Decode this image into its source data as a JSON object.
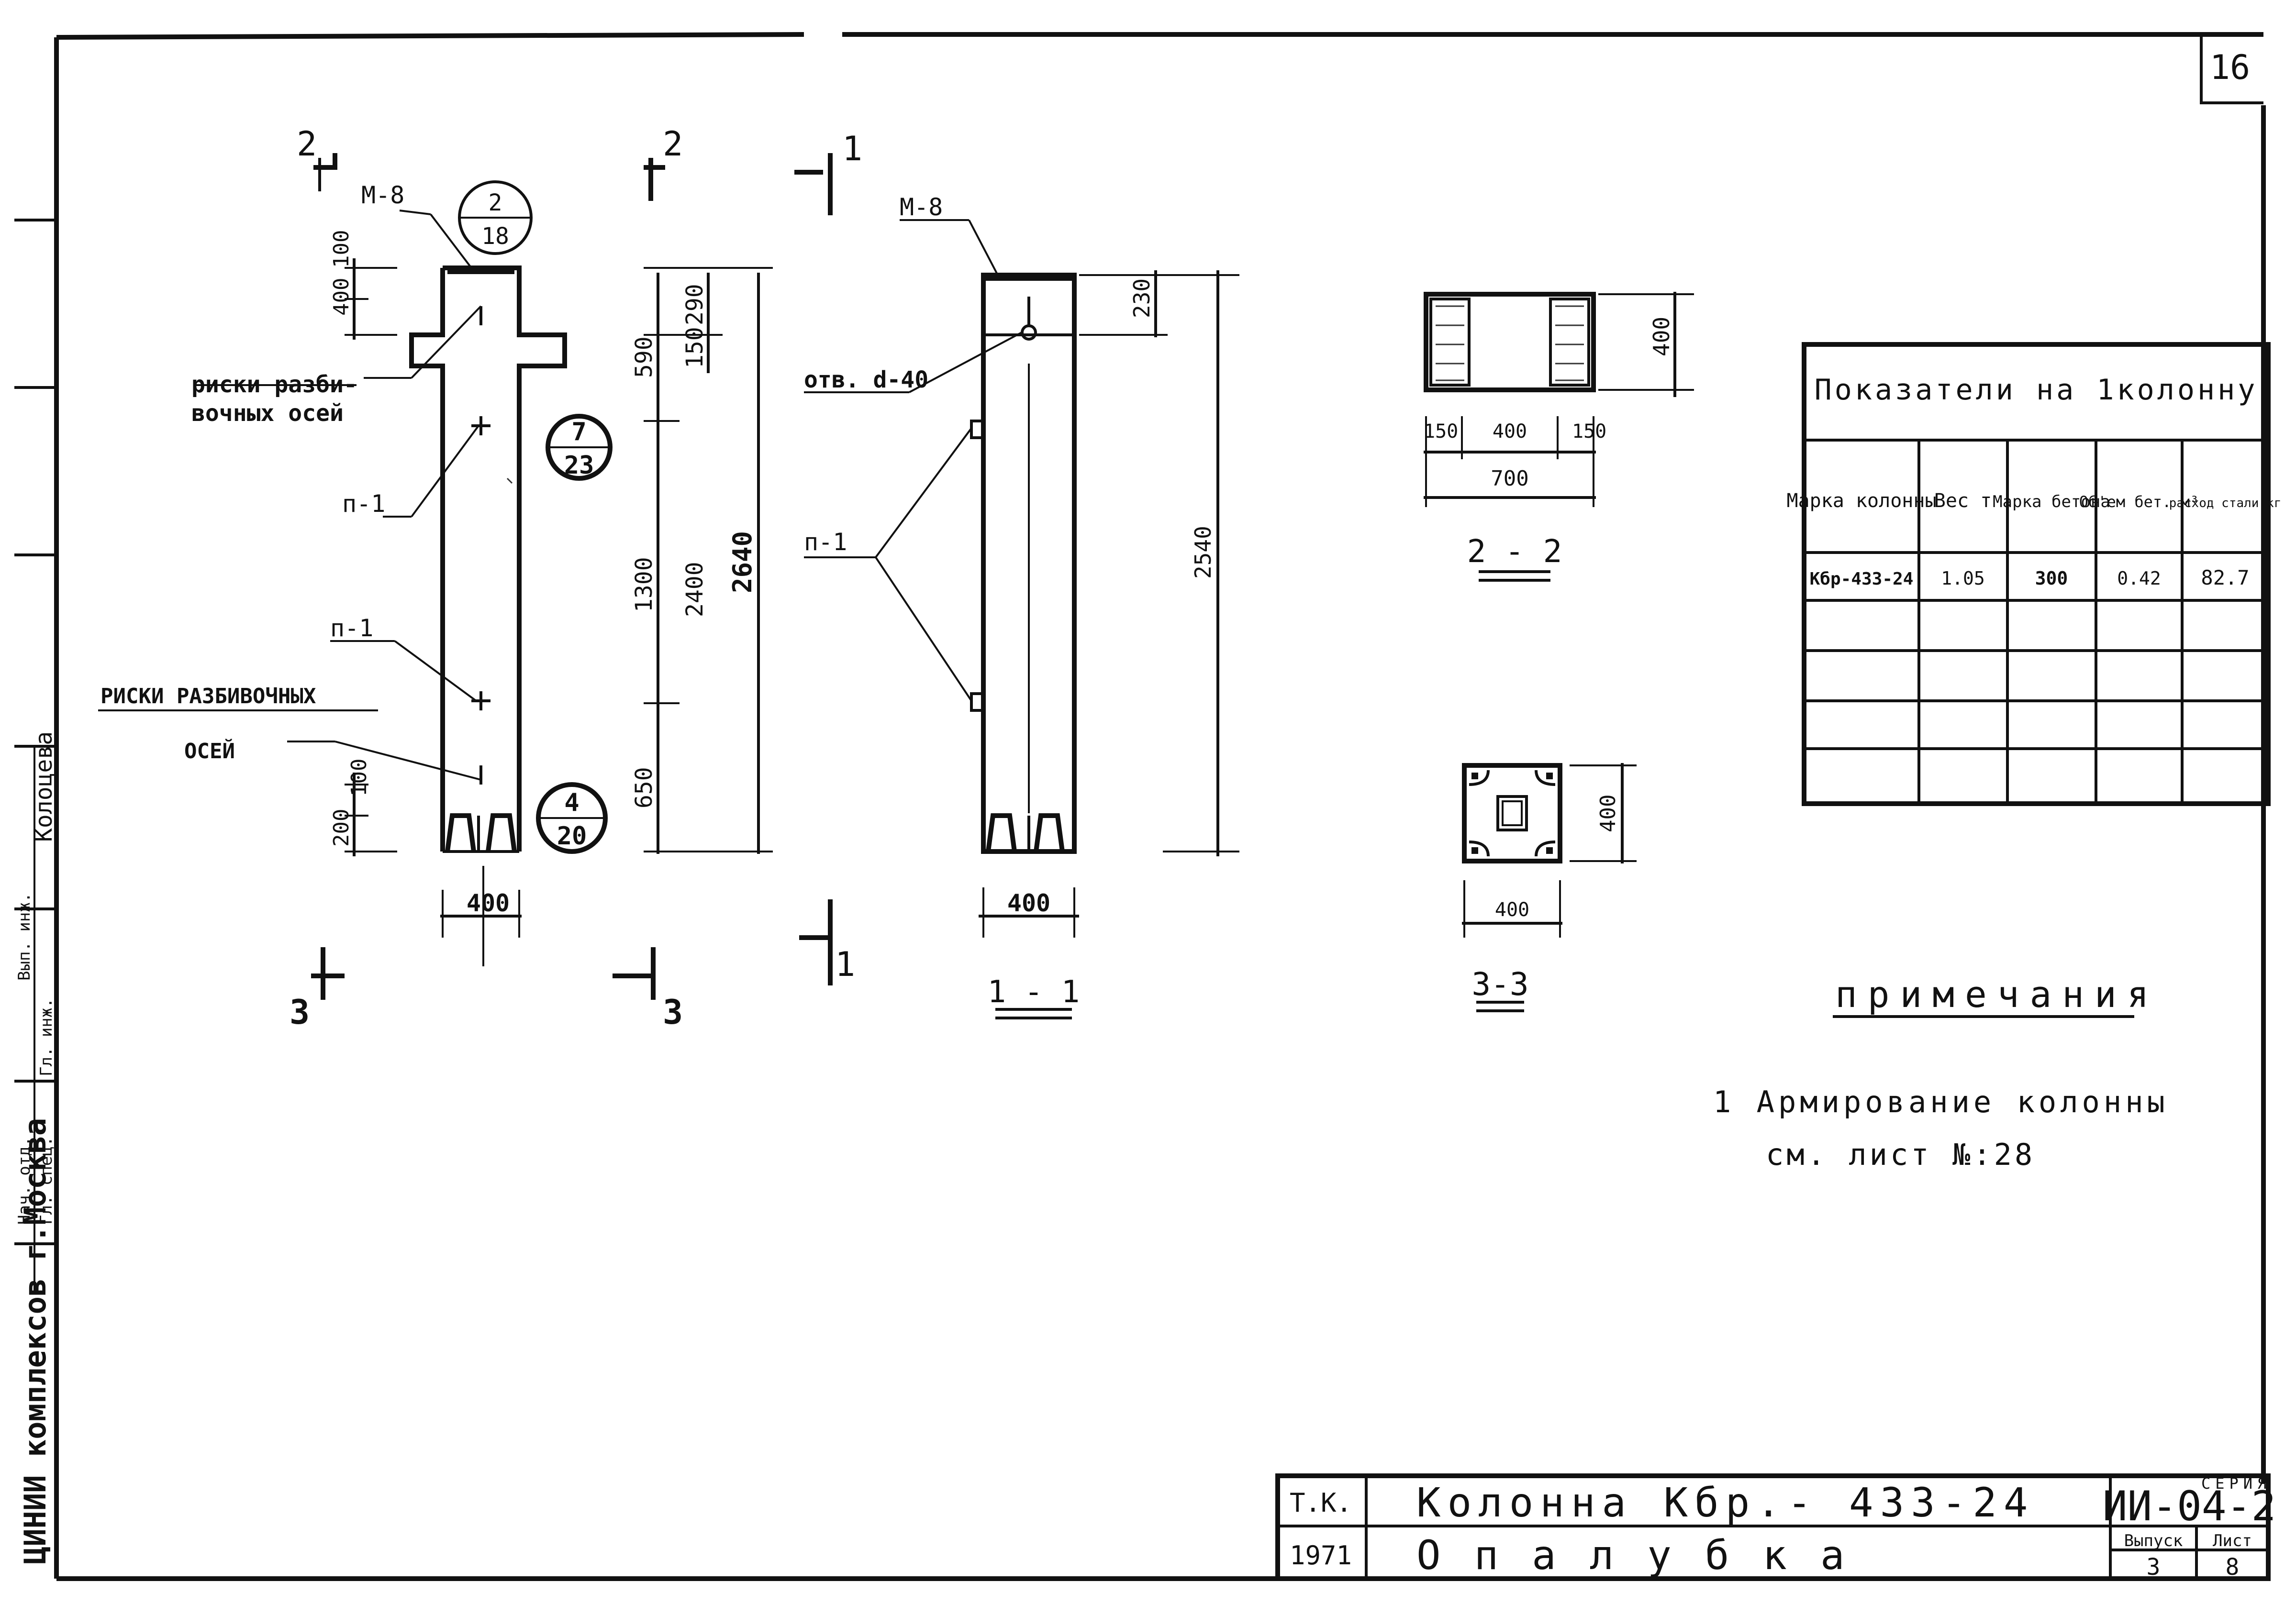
{
  "sheet": {
    "page_number": "16",
    "side_stamp": "ЦИНИИ комплексов г.Москва",
    "side_labels": [
      "Нач. отд.",
      "Гл. спец.",
      "Гл. инж.",
      "Вып. инж.",
      "Колоцева"
    ]
  },
  "elevation": {
    "cut_labels": {
      "top_left": "2",
      "top_right": "2",
      "bottom_left": "3",
      "bottom_right": "3"
    },
    "callout_m8": "М-8",
    "callout_rebar_1": "п-1",
    "callout_rebar_2": "п-1",
    "axis_marks_label_1": "риски разби-",
    "axis_marks_label_2": "вочных осей",
    "axis_marks_label_3": "РИСКИ РАЗБИВОЧНЫХ",
    "axis_marks_label_4": "ОСЕЙ",
    "bubble_top": {
      "num": "2",
      "den": "18"
    },
    "bubble_mid": {
      "num": "7",
      "den": "23"
    },
    "bubble_bot": {
      "num": "4",
      "den": "20"
    },
    "dims": {
      "top_400": "400",
      "top_100": "100",
      "bottom_200": "200",
      "bottom_100": "100",
      "width_400": "400",
      "d590": "590",
      "d290": "290",
      "d150": "150",
      "d1300": "1300",
      "d650": "650",
      "d2400": "2400",
      "d2640": "2640"
    }
  },
  "section11": {
    "cut_top": "1",
    "cut_bottom": "1",
    "callout_m8": "М-8",
    "hole_label": "отв. d-40",
    "rebar_label": "п-1",
    "dim_230": "230",
    "dim_2540": "2540",
    "width_400": "400",
    "title": "1 - 1"
  },
  "section22": {
    "dim_400": "400",
    "dim_150a": "150",
    "dim_400b": "400",
    "dim_150b": "150",
    "dim_700": "700",
    "title": "2 - 2"
  },
  "section33": {
    "dim_400v": "400",
    "dim_400h": "400",
    "title": "3-3"
  },
  "table": {
    "title": "Показатели на 1колонну",
    "headers": [
      "Марка колонны",
      "Вес т",
      "Марка бетона",
      "Об'ем бет. м³",
      "расход стали кг"
    ],
    "rows": [
      [
        "Кбр-433-24",
        "1.05",
        "300",
        "0.42",
        "82.7"
      ]
    ]
  },
  "notes": {
    "heading": "примечания",
    "line1": "1 Армирование колонны",
    "line2": "см. лист №:28"
  },
  "title_block": {
    "tk": "Т.К.",
    "year": "1971",
    "title": "Колонна Кбр.- 433-24",
    "subtitle": "Опалубка",
    "series_label": "СЕРИЯ",
    "series": "ИИ-04-2",
    "issue_label": "Выпуск",
    "issue": "3",
    "sheet_label": "Лист",
    "sheet": "8"
  }
}
